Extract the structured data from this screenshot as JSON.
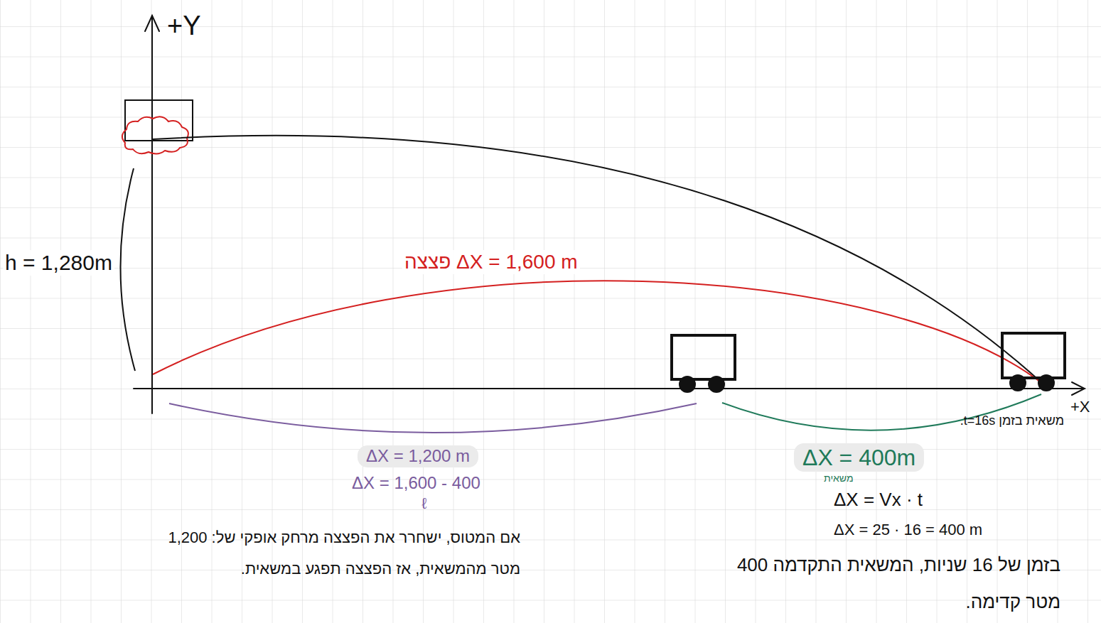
{
  "diagram": {
    "labels": [
      "+Y",
      "h = 1,280m",
      "פצצה ΔX = 1,600 m",
      "+X",
      "ΔX = 1,200 m",
      "ΔX = 1,600 - 400",
      "ℓ",
      "אם המטוס, ישחרר את הפצצה מרחק אופקי של: 1,200 מטר מהמשאית, אז הפצצה תפגע במשאית.",
      "ΔX = 400m",
      "משאית",
      "משאית בזמן t=16s.",
      "ΔX = Vx · t",
      "ΔX = 25 · 16 = 400 m",
      "בזמן של 16 שניות, המשאית התקדמה 400 מטר קדימה."
    ]
  }
}
